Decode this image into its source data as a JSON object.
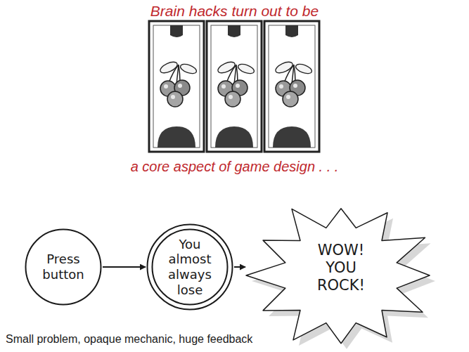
{
  "diagram": {
    "title": "Brain hacks turn out to be",
    "caption": "Small problem, opaque mechanic, huge feedback",
    "nodes": [
      {
        "text": [
          "Press button"
        ]
      },
      {
        "text": [
          "You almost always lose"
        ]
      },
      {
        "text": [
          "WOW! YOU ROCK!"
        ]
      }
    ],
    "edges": [
      {
        "from": 0,
        "to": 1,
        "arrow": "to"
      },
      {
        "from": 1,
        "to": 2,
        "arrow": "to"
      }
    ],
    "labels": [
      "a core aspect of game design . . ."
    ]
  }
}
